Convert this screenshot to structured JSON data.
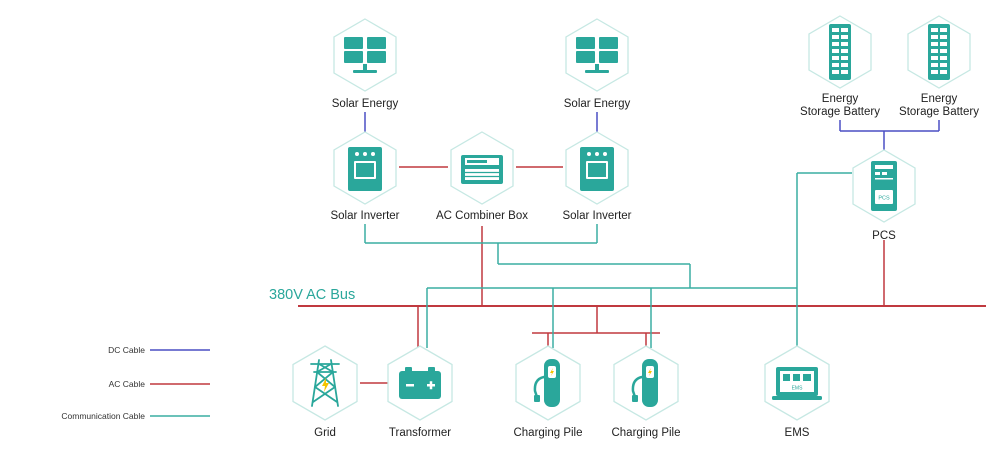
{
  "colors": {
    "dc": "#4a4fc4",
    "ac": "#c0393f",
    "comm": "#3aaea2",
    "icon": "#2aa79b"
  },
  "bus": {
    "label": "380V AC Bus"
  },
  "nodes": {
    "solar_energy_1": {
      "label": "Solar Energy",
      "icon": "solar-panel-icon"
    },
    "solar_energy_2": {
      "label": "Solar Energy",
      "icon": "solar-panel-icon"
    },
    "battery_1": {
      "label_line1": "Energy",
      "label_line2": "Storage Battery",
      "icon": "battery-rack-icon"
    },
    "battery_2": {
      "label_line1": "Energy",
      "label_line2": "Storage Battery",
      "icon": "battery-rack-icon"
    },
    "inverter_1": {
      "label": "Solar Inverter",
      "icon": "inverter-icon"
    },
    "combiner": {
      "label": "AC Combiner Box",
      "icon": "combiner-box-icon"
    },
    "inverter_2": {
      "label": "Solar Inverter",
      "icon": "inverter-icon"
    },
    "pcs": {
      "label": "PCS",
      "icon": "pcs-cabinet-icon",
      "icon_text": "PCS"
    },
    "grid": {
      "label": "Grid",
      "icon": "power-tower-icon"
    },
    "transformer": {
      "label": "Transformer",
      "icon": "transformer-icon"
    },
    "charging_1": {
      "label": "Charging Pile",
      "icon": "ev-charger-icon"
    },
    "charging_2": {
      "label": "Charging Pile",
      "icon": "ev-charger-icon"
    },
    "ems": {
      "label": "EMS",
      "icon": "ems-laptop-icon",
      "icon_text": "EMS"
    }
  },
  "legend": [
    {
      "label": "DC Cable",
      "color": "#4a4fc4"
    },
    {
      "label": "AC Cable",
      "color": "#c0393f"
    },
    {
      "label": "Communication Cable",
      "color": "#3aaea2"
    }
  ]
}
